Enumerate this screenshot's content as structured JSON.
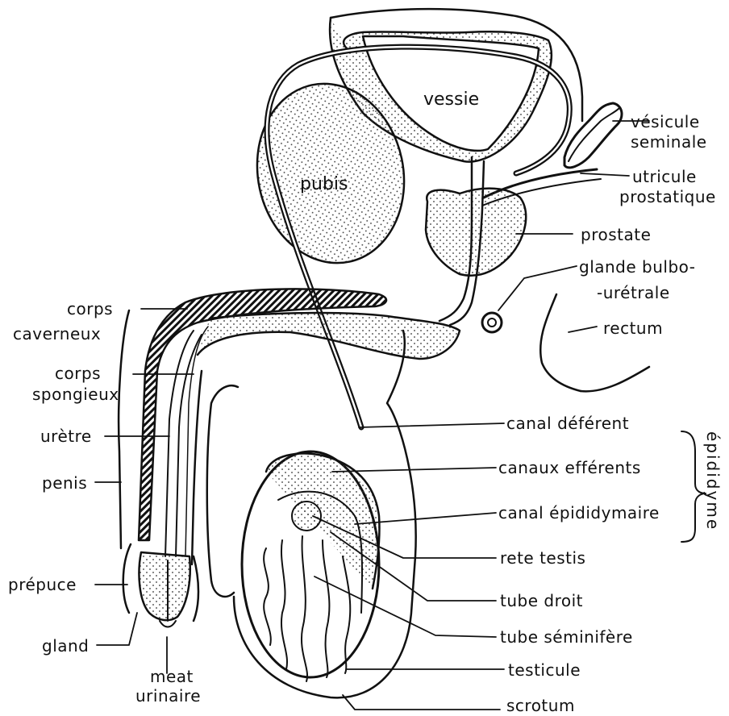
{
  "organs": {
    "vessie": "vessie",
    "pubis": "pubis"
  },
  "labels": {
    "vesicule": "vésicule",
    "seminale": "seminale",
    "utricule": "utricule",
    "prostatique": "prostatique",
    "prostate": "prostate",
    "glande_bulbo": "glande bulbo-",
    "uretrale": "-urétrale",
    "rectum": "rectum",
    "corps1": "corps",
    "caverneux": "caverneux",
    "corps2": "corps",
    "spongieux": "spongieux",
    "uretre": "urètre",
    "penis": "penis",
    "prepuce": "prépuce",
    "gland": "gland",
    "meat": "meat",
    "urinaire": "urinaire",
    "canal_deferent": "canal déférent",
    "canaux_efferents": "canaux efférents",
    "canal_epididymaire": "canal épididymaire",
    "epididyme": "épididyme",
    "rete_testis": "rete testis",
    "tube_droit": "tube droit",
    "tube_seminifere": "tube séminifère",
    "testicule": "testicule",
    "scrotum": "scrotum"
  }
}
